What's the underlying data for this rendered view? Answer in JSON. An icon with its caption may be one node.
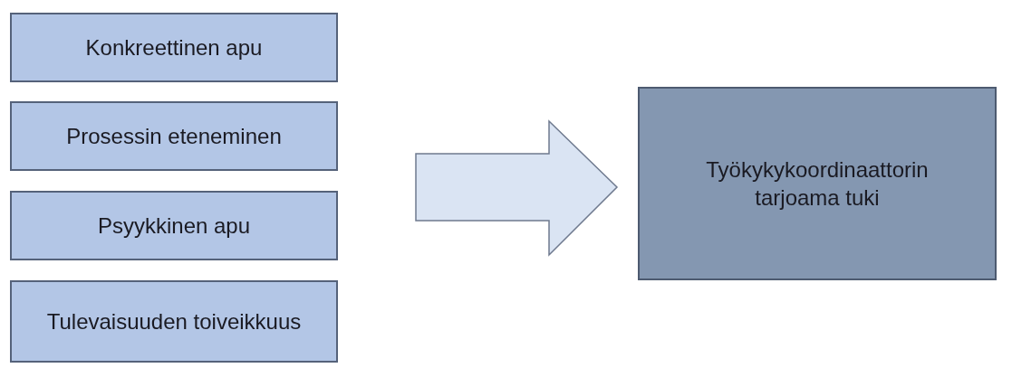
{
  "diagram": {
    "nodes": [
      {
        "text": [
          "Konkreettinen apu"
        ]
      },
      {
        "text": [
          "Prosessin eteneminen"
        ]
      },
      {
        "text": [
          "Psyykkinen apu"
        ]
      },
      {
        "text": [
          "Tulevaisuuden toiveikkuus"
        ]
      },
      {
        "text": [
          "Työkykykoordinaattorin tarjoama tuki"
        ]
      }
    ],
    "edges": [
      {
        "from": 0,
        "to": 4,
        "arrow": "to"
      },
      {
        "from": 1,
        "to": 4,
        "arrow": "to"
      },
      {
        "from": 2,
        "to": 4,
        "arrow": "to"
      },
      {
        "from": 3,
        "to": 4,
        "arrow": "to"
      }
    ]
  }
}
